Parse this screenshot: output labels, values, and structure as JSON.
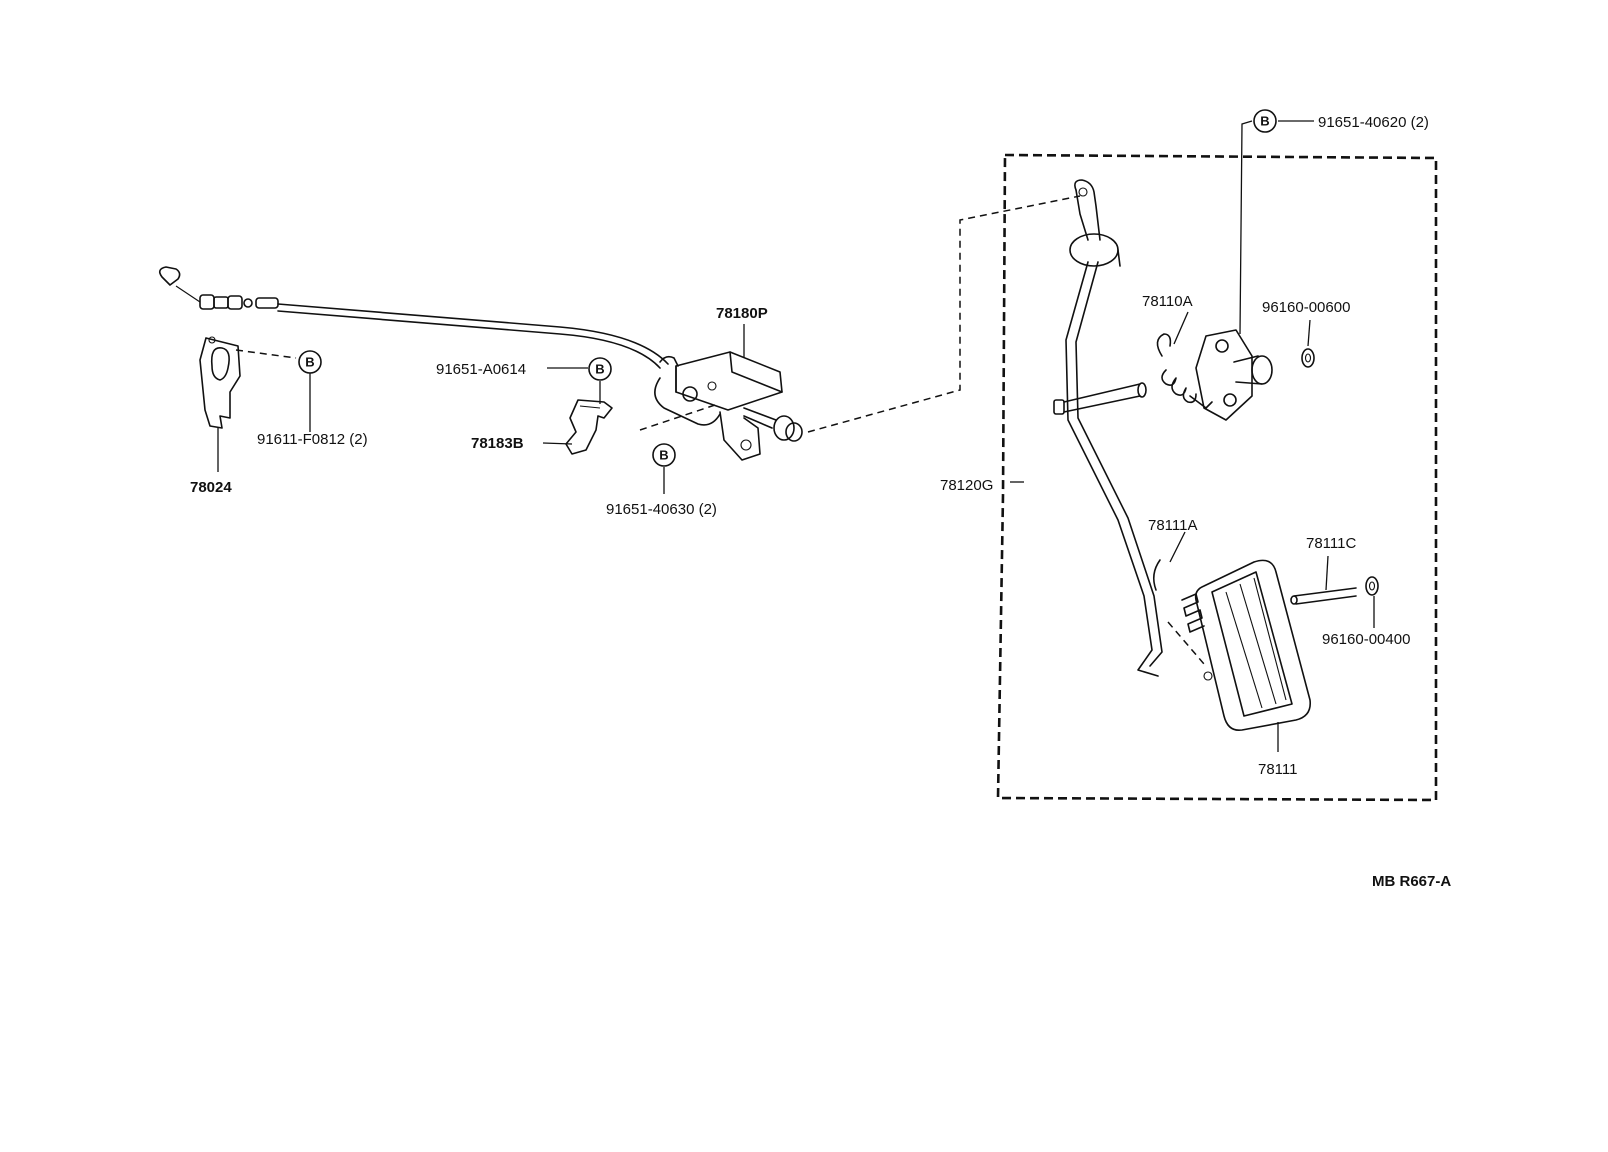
{
  "labels": {
    "p78180P": "78180P",
    "p91651A0614": "91651-A0614",
    "p78183B": "78183B",
    "p91611F0812": "91611-F0812 (2)",
    "p78024": "78024",
    "p91651_40630": "91651-40630 (2)",
    "p78120G": "78120G",
    "p91651_40620": "91651-40620 (2)",
    "p78110A": "78110A",
    "p96160_00600": "96160-00600",
    "p78111A": "78111A",
    "p78111C": "78111C",
    "p96160_00400": "96160-00400",
    "p78111": "78111",
    "drawing_code": "MB R667-A"
  },
  "callout_letter": "B"
}
